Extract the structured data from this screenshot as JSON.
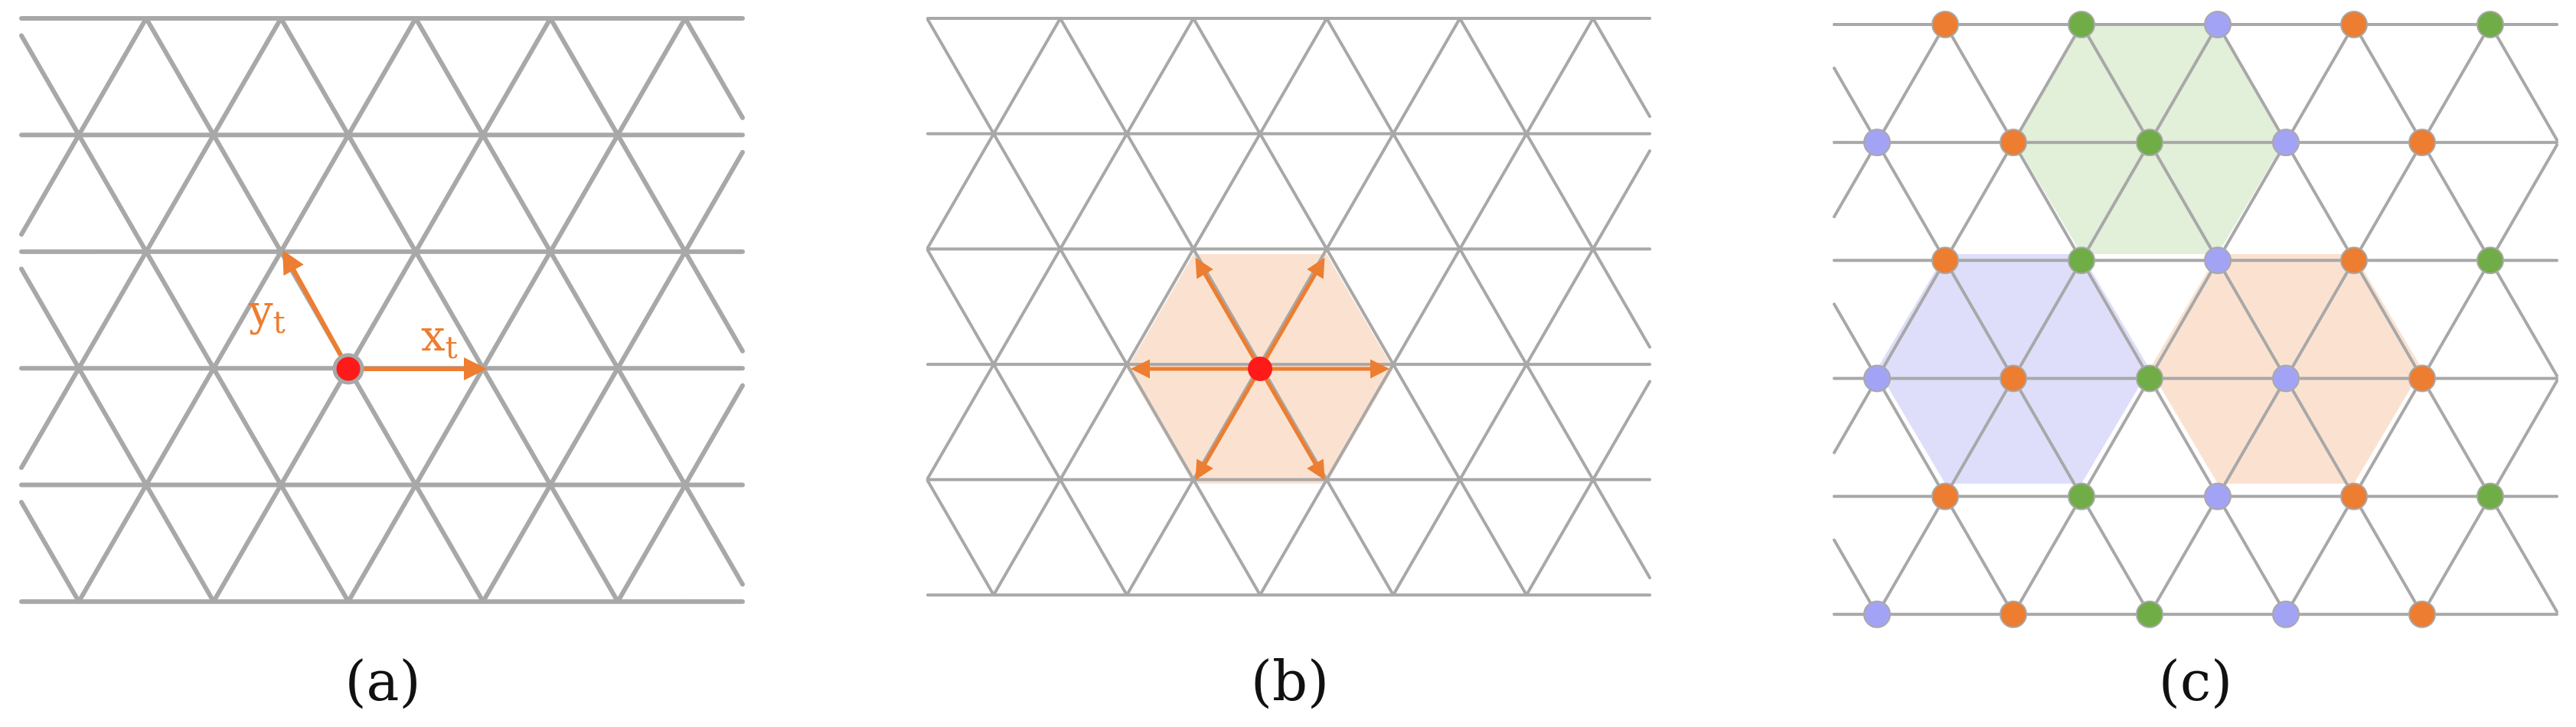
{
  "colors": {
    "grid": "#a8a8a8",
    "arrow": "#ed7d31",
    "center_node": "#ff1a1a",
    "node_orange": "#ed7d31",
    "node_green": "#70ad47",
    "node_purple": "#a3a3f5",
    "hex_orange_fill": "#fbe2d0",
    "hex_green_fill": "#e2efd9",
    "hex_purple_fill": "#dedefb"
  },
  "panels": [
    {
      "caption": "(a)",
      "arrow_x_label": {
        "base": "x",
        "sub": "t"
      },
      "arrow_y_label": {
        "base": "y",
        "sub": "t"
      }
    },
    {
      "caption": "(b)",
      "highlight": "hexagon neighbourhood with six arrows"
    },
    {
      "caption": "(c)",
      "node_colors": [
        "orange",
        "green",
        "purple"
      ]
    }
  ]
}
